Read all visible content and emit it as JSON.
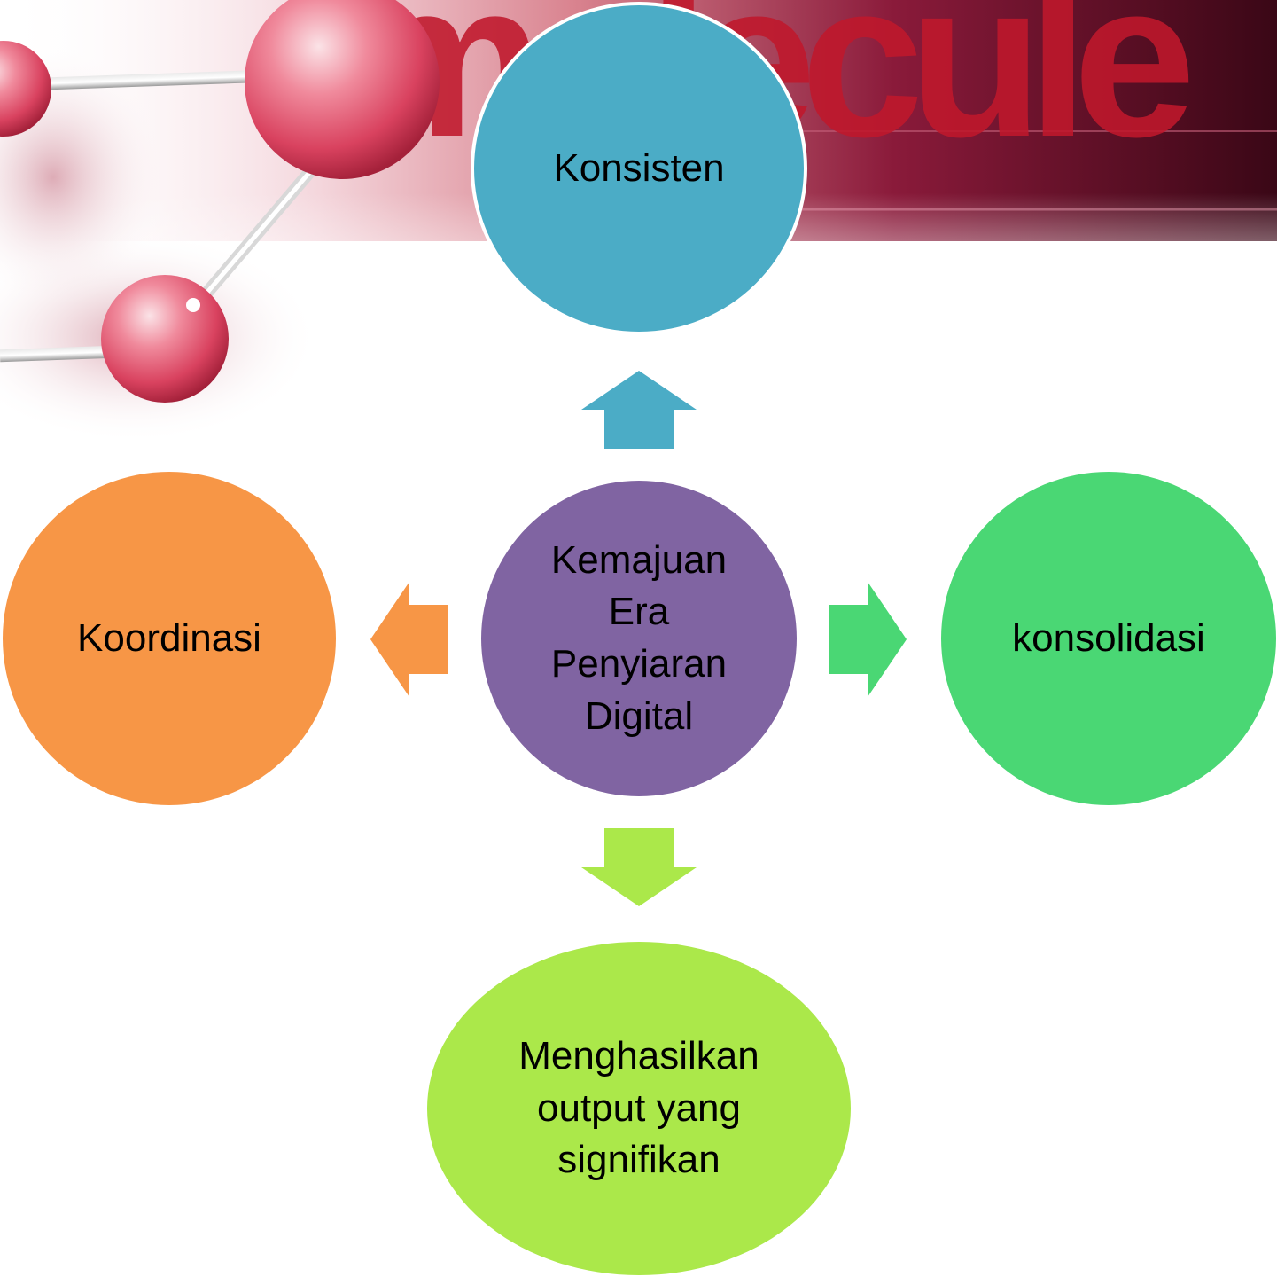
{
  "banner": {
    "word": "molecule"
  },
  "diagram": {
    "center": {
      "lines": [
        "Kemajuan",
        "Era",
        "Penyiaran",
        "Digital"
      ],
      "color": "#8064A2"
    },
    "top": {
      "label": "Konsisten",
      "color": "#4BACC6"
    },
    "left": {
      "label": "Koordinasi",
      "color": "#F79646"
    },
    "right": {
      "label": "konsolidasi",
      "color": "#4AD774"
    },
    "bottom": {
      "lines": [
        "Menghasilkan",
        "output yang",
        "signifikan"
      ],
      "color": "#ABE84A"
    }
  }
}
